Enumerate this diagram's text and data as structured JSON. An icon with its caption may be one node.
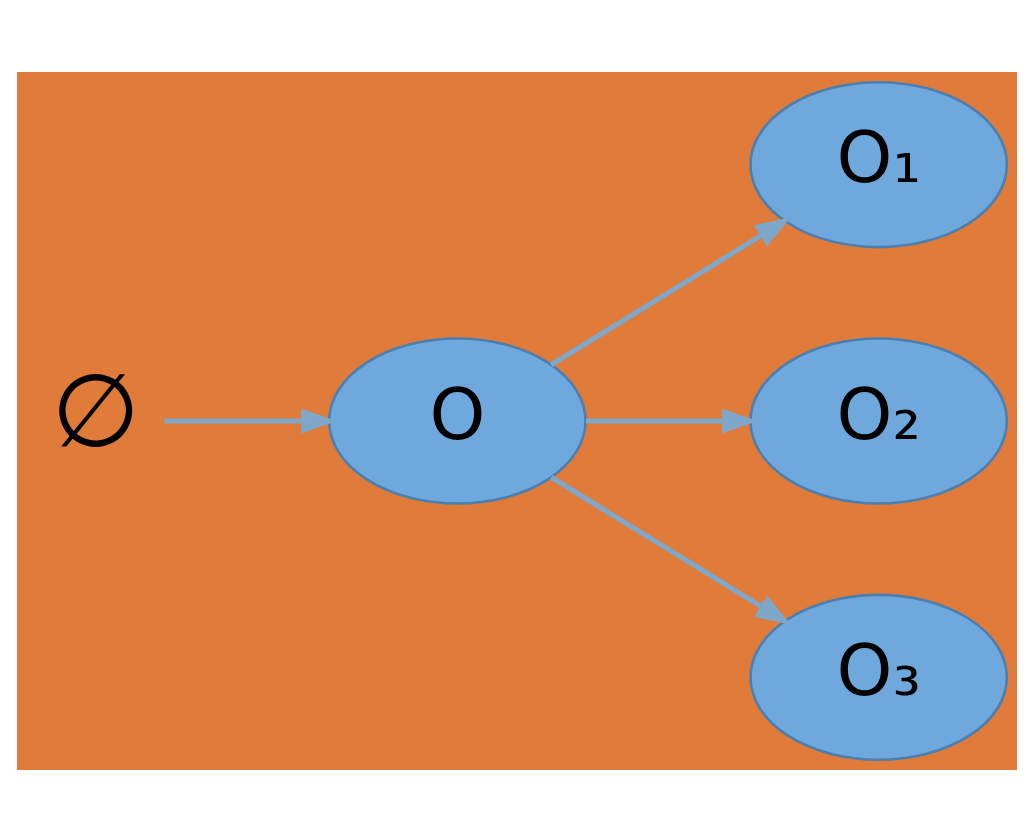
{
  "diagram": {
    "nodes": [
      {
        "text": [
          "∅"
        ]
      },
      {
        "text": [
          "O"
        ]
      },
      {
        "text": [
          "O₁"
        ]
      },
      {
        "text": [
          "O₂"
        ]
      },
      {
        "text": [
          "O₃"
        ]
      }
    ],
    "edges": [
      {
        "from": 0,
        "to": 1,
        "arrow": "to"
      },
      {
        "from": 1,
        "to": 2,
        "arrow": "to"
      },
      {
        "from": 1,
        "to": 3,
        "arrow": "to"
      },
      {
        "from": 1,
        "to": 4,
        "arrow": "to"
      }
    ]
  }
}
